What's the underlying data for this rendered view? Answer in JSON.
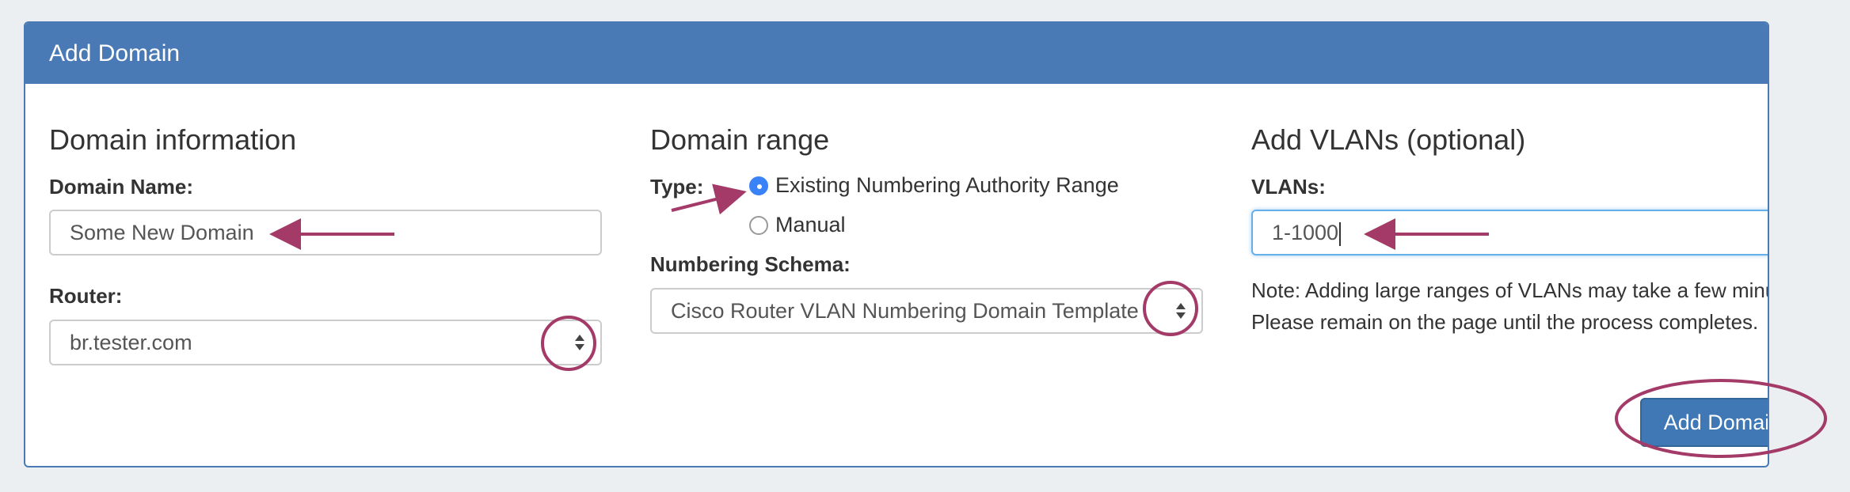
{
  "panel": {
    "title": "Add Domain"
  },
  "domain_info": {
    "heading": "Domain information",
    "name_label": "Domain Name:",
    "name_value": "Some New Domain",
    "router_label": "Router:",
    "router_value": "br.tester.com"
  },
  "domain_range": {
    "heading": "Domain range",
    "type_label": "Type:",
    "options": [
      {
        "label": "Existing Numbering Authority Range",
        "checked": true
      },
      {
        "label": "Manual",
        "checked": false
      }
    ],
    "schema_label": "Numbering Schema:",
    "schema_value": "Cisco Router VLAN Numbering Domain Template"
  },
  "vlans": {
    "heading": "Add VLANs (optional)",
    "label": "VLANs:",
    "value": "1-1000",
    "note": "Note: Adding large ranges of VLANs may take a few minutes. Please remain on the page until the process completes.",
    "submit_label": "Add Domain"
  },
  "colors": {
    "header_bg": "#4a7ab5",
    "button_bg": "#3f78b5",
    "annotation": "#a33a68",
    "radio_checked": "#3a82f7"
  },
  "icons": {
    "select_arrows": "up-down-chevron-icon",
    "annotation_arrow": "arrow-annotation",
    "annotation_circle": "circle-annotation"
  }
}
